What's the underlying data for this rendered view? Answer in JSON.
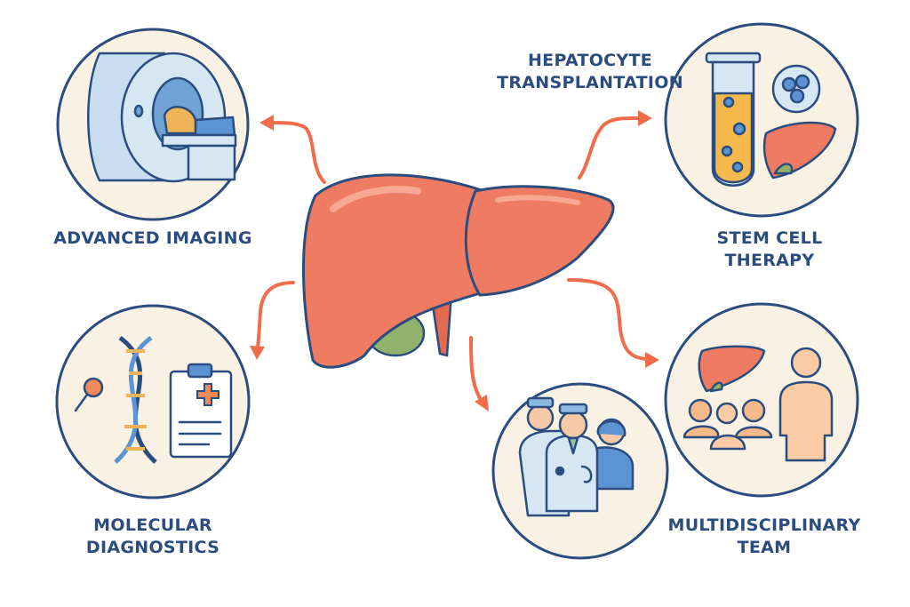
{
  "labels": {
    "imaging": "ADVANCED IMAGING",
    "hepatocyte": [
      "HEPATOCYTE",
      "TRANSPLANTATION"
    ],
    "stem_cell": [
      "STEM CELL",
      "THERAPY"
    ],
    "molecular": [
      "MOLECULAR",
      "DIAGNOSTICS"
    ],
    "team": [
      "MULTIDISCIPLINARY",
      "TEAM"
    ]
  },
  "colors": {
    "text": "#2B4C7E",
    "arrow": "#F26B4B",
    "circle_fill": "#F8F1E4",
    "liver": "#EE7B62",
    "gallbladder": "#8FB36A"
  }
}
